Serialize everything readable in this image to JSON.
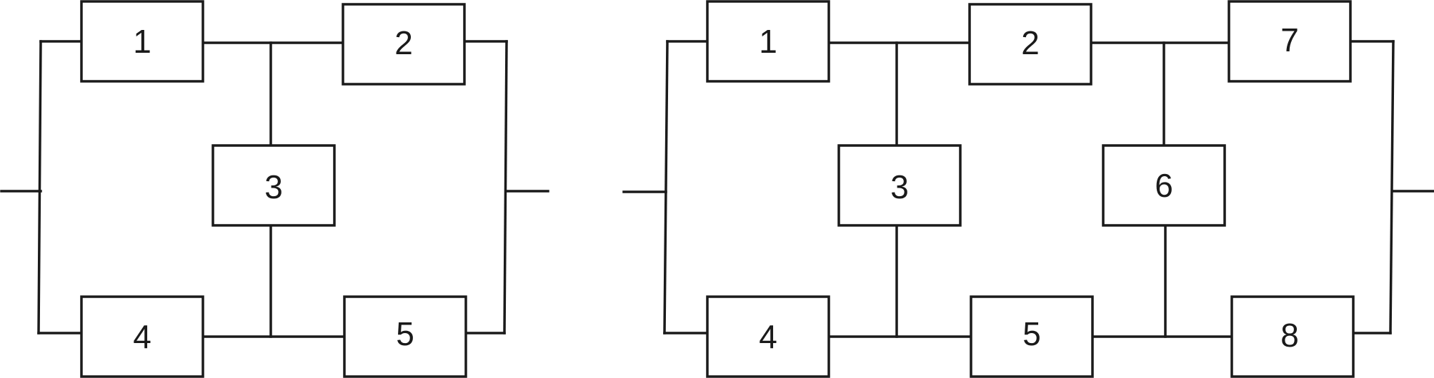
{
  "diagrams": [
    {
      "blocks": [
        {
          "id": "b1",
          "label": "1"
        },
        {
          "id": "b2",
          "label": "2"
        },
        {
          "id": "b3",
          "label": "3"
        },
        {
          "id": "b4",
          "label": "4"
        },
        {
          "id": "b5",
          "label": "5"
        }
      ]
    },
    {
      "blocks": [
        {
          "id": "b1",
          "label": "1"
        },
        {
          "id": "b2",
          "label": "2"
        },
        {
          "id": "b3",
          "label": "3"
        },
        {
          "id": "b4",
          "label": "4"
        },
        {
          "id": "b5",
          "label": "5"
        },
        {
          "id": "b6",
          "label": "6"
        },
        {
          "id": "b7",
          "label": "7"
        },
        {
          "id": "b8",
          "label": "8"
        }
      ]
    }
  ],
  "colors": {
    "line": "#1a1a1a",
    "background": "#ffffff"
  }
}
